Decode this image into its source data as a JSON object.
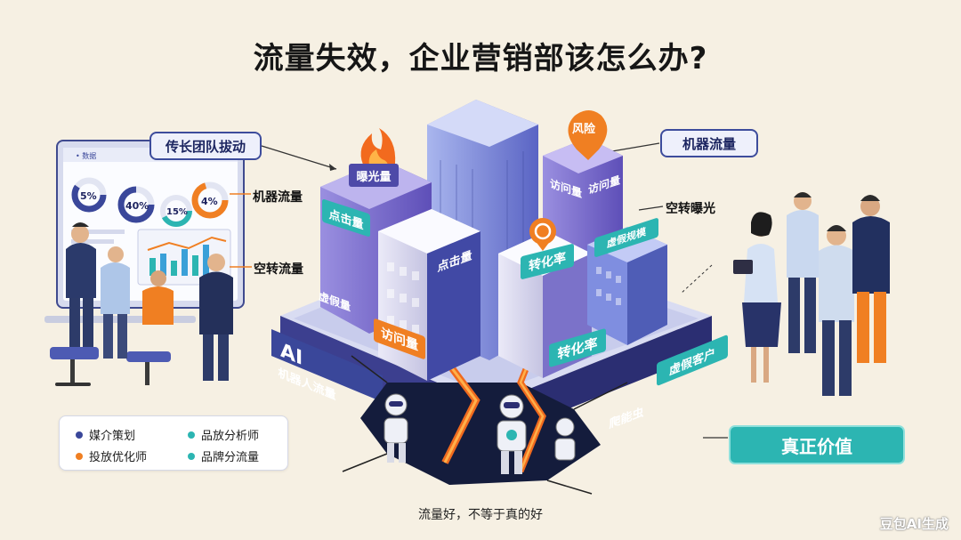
{
  "title": "流量失效，企业营销部该怎么办?",
  "subtitle": "流量好，不等于真的好",
  "watermark": "豆包AI生成",
  "callouts": {
    "team": "传长团队拔动",
    "machine_traffic_right": "机器流量",
    "machine_traffic_left": "机器流量",
    "idle_exposure_right": "空转曝光",
    "idle_traffic_left": "空转流量"
  },
  "dashboard": {
    "header": "• 数据",
    "gauges": [
      "5%",
      "40%",
      "15%",
      "4%"
    ]
  },
  "buildings": {
    "exposure": "曝光量",
    "click_left": "点击量",
    "click_center": "点击量",
    "visits_right_1": "访问量",
    "visits_right_2": "访问量",
    "risk": "风险",
    "conversion_top": "转化率",
    "fake_scale": "虚假规模",
    "fake_volume": "虚假量",
    "visits_bottom": "访问量",
    "conversion_bottom": "转化率"
  },
  "platform": {
    "ai": "AI",
    "robot_traffic": "机器人流量",
    "fake_customers": "虚假客户",
    "crawler": "爬能虫"
  },
  "legend": [
    {
      "label": "媒介策划",
      "color": "#3a479a"
    },
    {
      "label": "品放分析师",
      "color": "#2cb5b2"
    },
    {
      "label": "投放优化师",
      "color": "#f07f22"
    },
    {
      "label": "品牌分流量",
      "color": "#2cb5b2"
    }
  ],
  "value_button": "真正价值",
  "colors": {
    "navy": "#3a479a",
    "teal": "#2cb5b2",
    "orange": "#f07f22",
    "purple": "#6e63c4",
    "background": "#f6f0e3"
  }
}
